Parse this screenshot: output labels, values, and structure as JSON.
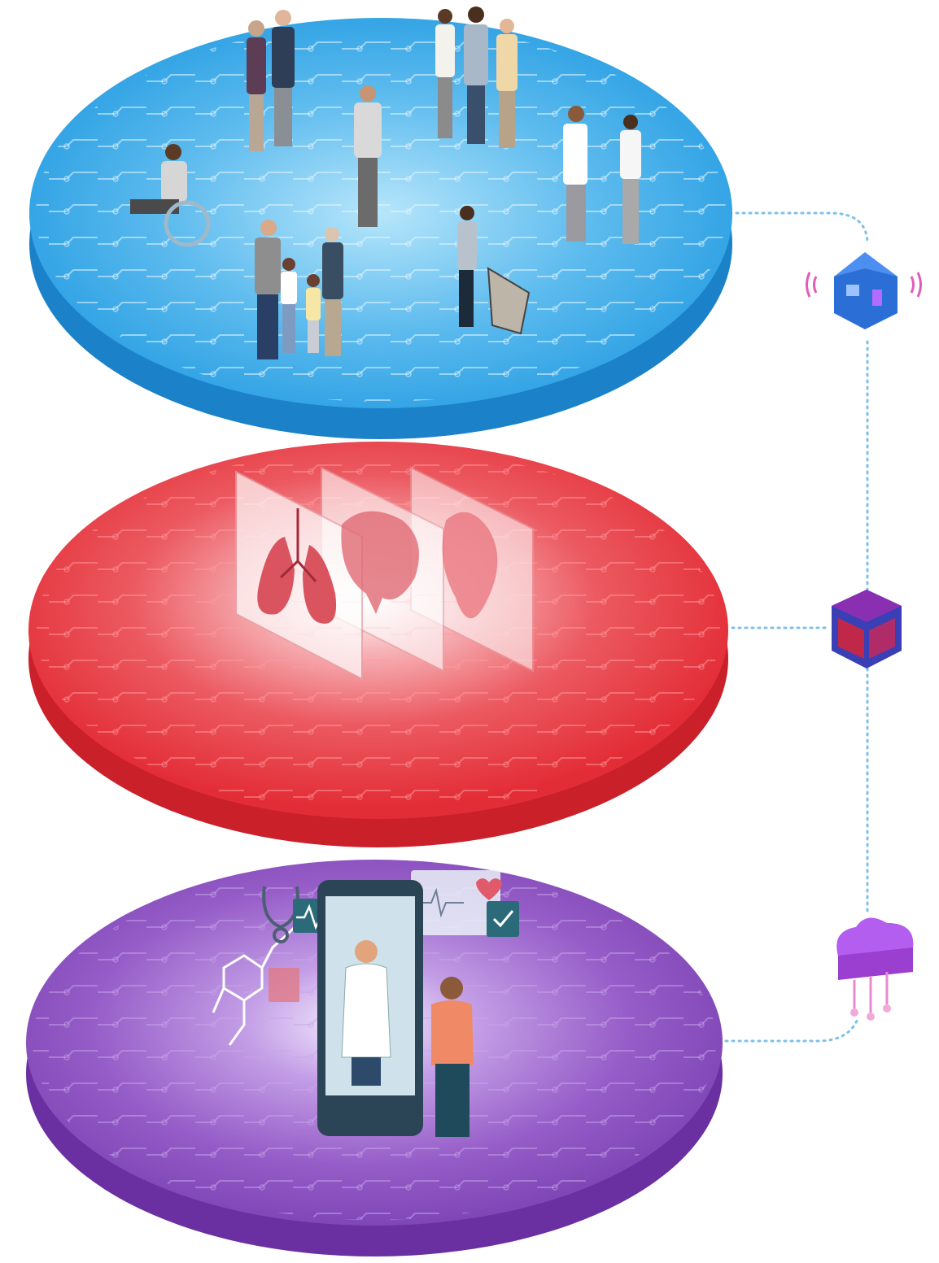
{
  "diagram": {
    "layers": [
      {
        "name": "population-layer",
        "color_top": "#2aa6e6",
        "color_light": "#a9def7",
        "color_side": "#1b82c9"
      },
      {
        "name": "clinical-layer",
        "color_top": "#e8333c",
        "color_light": "#f8b9bd",
        "color_side": "#c9202a"
      },
      {
        "name": "digital-care-layer",
        "color_top": "#8a4fbf",
        "color_light": "#d8bff0",
        "color_side": "#6a2fa0"
      }
    ],
    "nodes": [
      {
        "name": "smart-home-chip-icon",
        "color": "#2b6fd6"
      },
      {
        "name": "secure-data-cube-icon",
        "color": "#c0284a"
      },
      {
        "name": "cloud-upload-icon",
        "color": "#9a3fd0"
      }
    ],
    "connector_color": "#7cc0ec"
  }
}
